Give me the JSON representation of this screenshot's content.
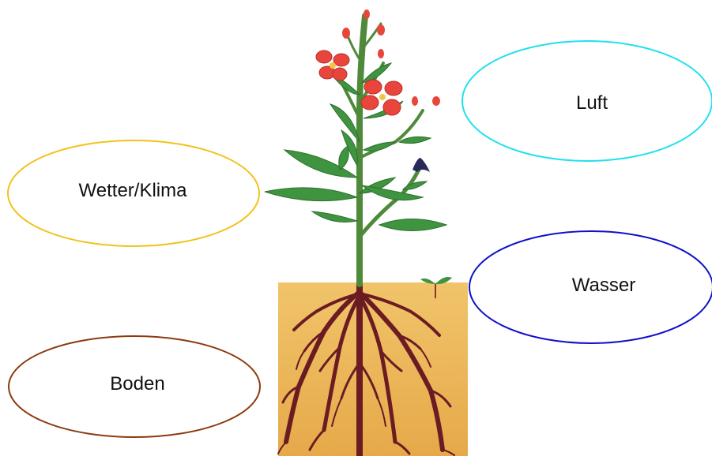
{
  "labels": {
    "luft": "Luft",
    "wetter": "Wetter/Klima",
    "wasser": "Wasser",
    "boden": "Boden"
  },
  "colors": {
    "luft_outline": "#22e0ee",
    "wetter_outline": "#f2c21b",
    "wasser_outline": "#1010c8",
    "boden_outline": "#8b3a10",
    "soil": "#eab55a",
    "roots": "#6b1b22",
    "stem": "#4f8a3a",
    "leaf": "#3f9440",
    "flower": "#e8463c"
  },
  "icons": {
    "plant": "flowering-plant-with-roots",
    "seedling": "seedling"
  }
}
